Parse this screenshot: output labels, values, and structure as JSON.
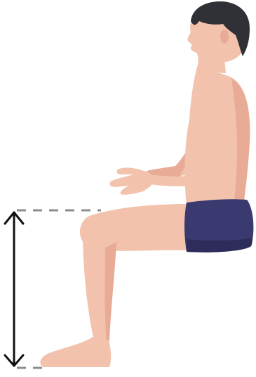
{
  "figure": {
    "subject": "seated-man-side-view",
    "measurement": "seated-knee-height"
  },
  "colors": {
    "background": "#ffffff",
    "skin": "#f3c2ad",
    "skin_shadow": "#e8ab96",
    "hair": "#2f3136",
    "shorts": "#3b3a70",
    "shorts_shadow": "#2d2c5a",
    "arrow": "#111111",
    "guide_dash": "#8c8c8c"
  },
  "icons": {
    "arrow": "double-headed-vertical-arrow"
  }
}
